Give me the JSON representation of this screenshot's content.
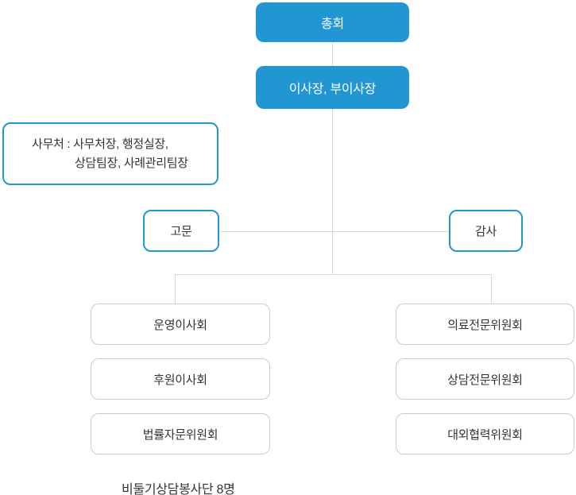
{
  "org": {
    "general_assembly": "총회",
    "chairman": "이사장, 부이사장",
    "office": {
      "line1": "사무처 : 사무처장, 행정실장,",
      "line2": "상담팀장, 사례관리팀장"
    },
    "advisor": "고문",
    "auditor": "감사",
    "left_column": [
      "운영이사회",
      "후원이사회",
      "법률자문위원회"
    ],
    "right_column": [
      "의료전문위원회",
      "상담전문위원회",
      "대외협력위원회"
    ],
    "footnote": "비둘기상담봉사단 8명"
  },
  "colors": {
    "primary_blue": "#2196d3",
    "box_border_gray": "#c7cad0",
    "connector_gray": "#d9d9d9",
    "text_dark": "#333333",
    "text_on_blue": "#ffffff",
    "background": "#ffffff"
  }
}
